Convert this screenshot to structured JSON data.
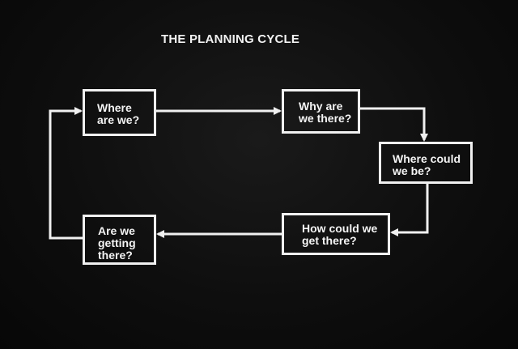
{
  "diagram": {
    "title": "THE PLANNING CYCLE",
    "nodes": [
      {
        "id": "where-are-we",
        "label": "Where\nare we?"
      },
      {
        "id": "why-are-we-there",
        "label": "Why are\nwe there?"
      },
      {
        "id": "where-could-we-be",
        "label": "Where could\nwe be?"
      },
      {
        "id": "how-could-we-get-there",
        "label": "How could we\nget there?"
      },
      {
        "id": "are-we-getting-there",
        "label": "Are we\ngetting\nthere?"
      }
    ],
    "edges": [
      {
        "from": "where-are-we",
        "to": "why-are-we-there"
      },
      {
        "from": "why-are-we-there",
        "to": "where-could-we-be"
      },
      {
        "from": "where-could-we-be",
        "to": "how-could-we-get-there"
      },
      {
        "from": "how-could-we-get-there",
        "to": "are-we-getting-there"
      },
      {
        "from": "are-we-getting-there",
        "to": "where-are-we"
      }
    ],
    "colors": {
      "background": "#0b0b0b",
      "foreground": "#f0f0f0"
    }
  }
}
